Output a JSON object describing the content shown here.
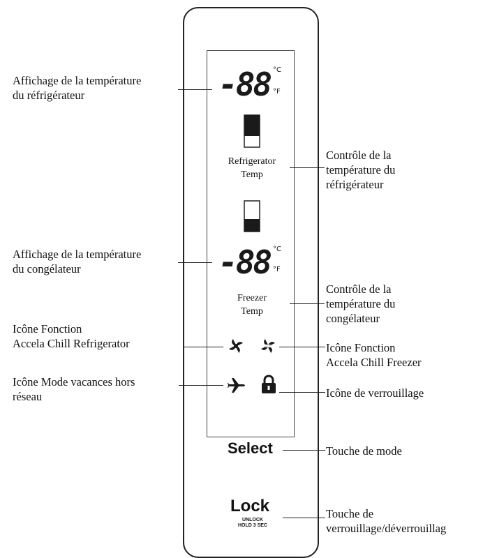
{
  "display": {
    "fridge_digits": "-88",
    "freezer_digits": "-88",
    "unit_c": "°C",
    "unit_f": "°F",
    "fridge_temp_label_line1": "Refrigerator",
    "fridge_temp_label_line2": "Temp",
    "freezer_temp_label_line1": "Freezer",
    "freezer_temp_label_line2": "Temp"
  },
  "buttons": {
    "select_label": "Select",
    "lock_label": "Lock",
    "lock_sub1": "UNLOCK",
    "lock_sub2": "HOLD 3 SEC"
  },
  "callouts": {
    "fridge_display_1": "Affichage de la température",
    "fridge_display_2": "du réfrigérateur",
    "fridge_control_1": "Contrôle de la",
    "fridge_control_2": "température du",
    "fridge_control_3": "réfrigérateur",
    "freezer_display_1": "Affichage de la température",
    "freezer_display_2": "du congélateur",
    "freezer_control_1": "Contrôle de la",
    "freezer_control_2": "température du",
    "freezer_control_3": "congélateur",
    "chill_fridge_1": "Icône Fonction",
    "chill_fridge_2": "Accela Chill Refrigerator",
    "chill_freezer_1": "Icône Fonction",
    "chill_freezer_2": "Accela Chill Freezer",
    "vacation_1": "Icône Mode vacances hors",
    "vacation_2": "réseau",
    "lock_icon": "Icône de verrouillage",
    "mode_key": "Touche de mode",
    "lock_key_1": "Touche de",
    "lock_key_2": "verrouillage/déverrouillag"
  }
}
